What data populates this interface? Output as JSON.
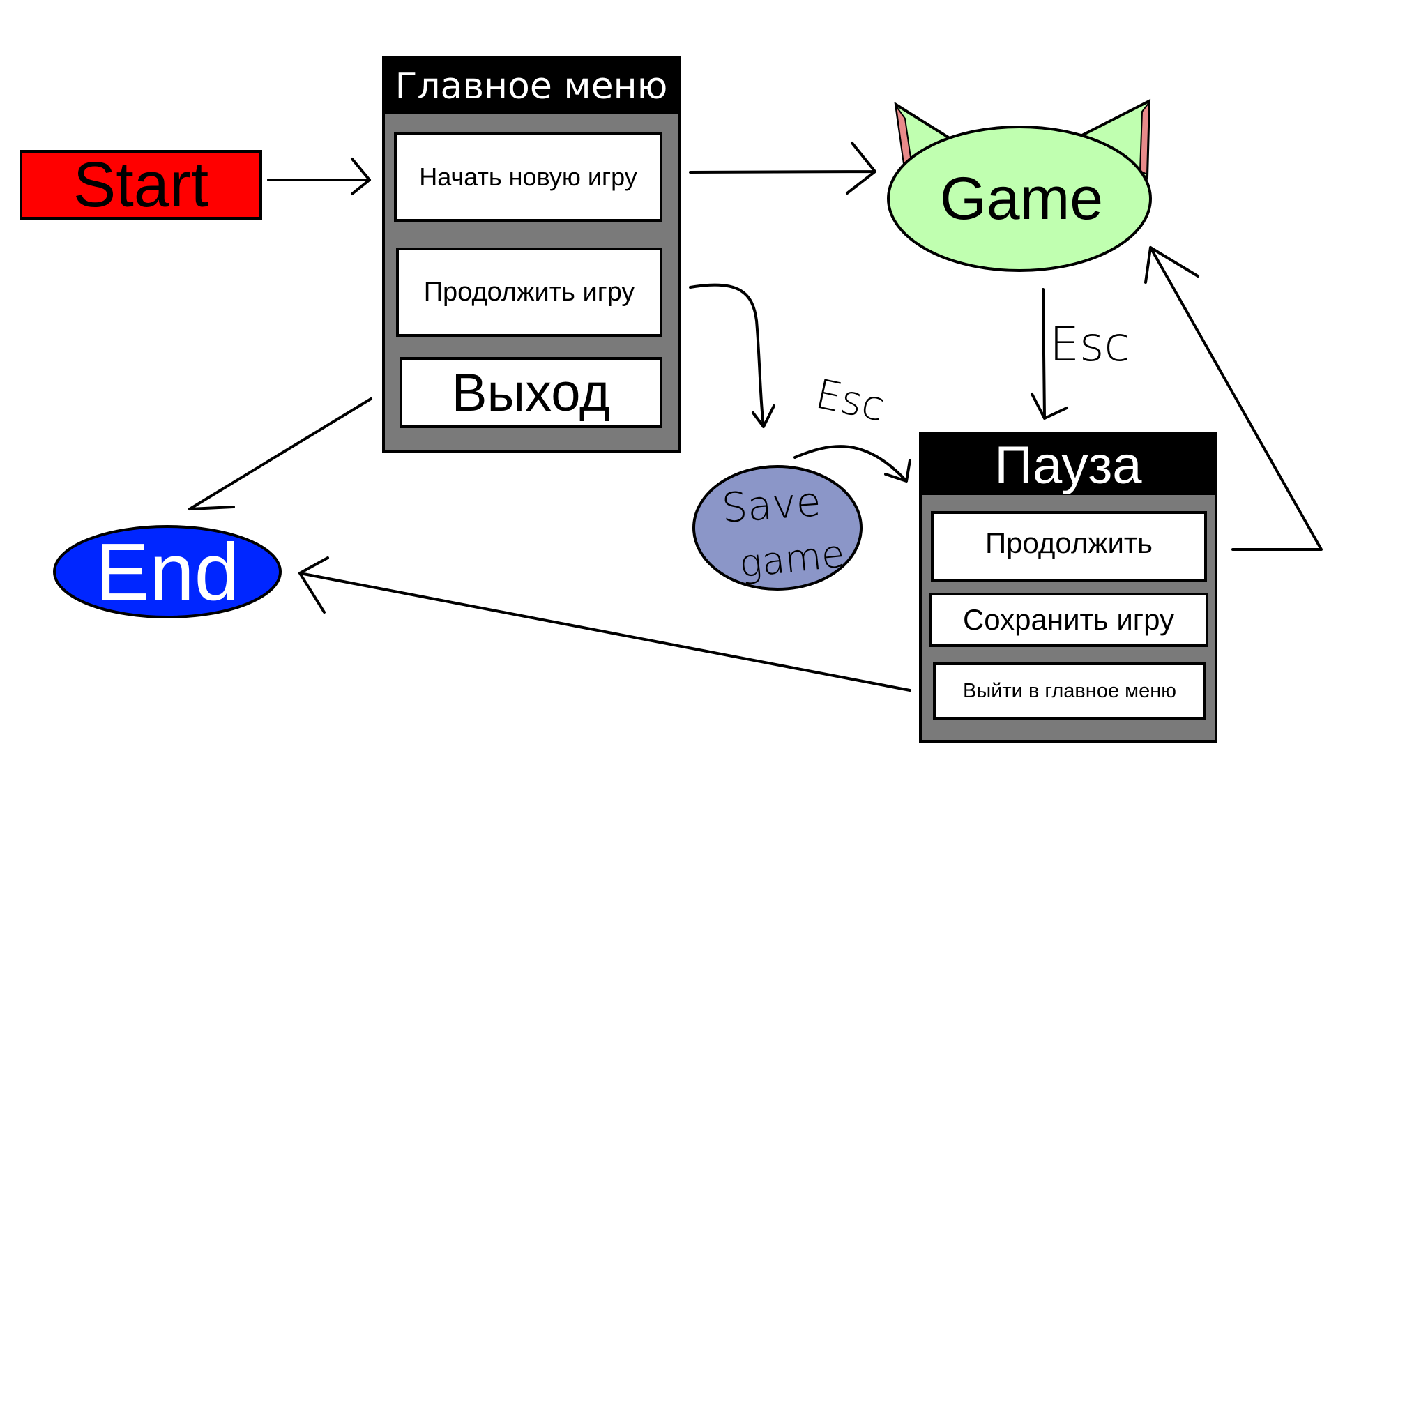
{
  "start": {
    "label": "Start",
    "color": "#ff0000"
  },
  "main_menu": {
    "title": "Главное меню",
    "buttons": [
      "Начать новую игру",
      "Продолжить игру",
      "Выход"
    ]
  },
  "game": {
    "label": "Game",
    "color": "#c0ffb0",
    "ear_inner_color": "#e88a8a"
  },
  "end": {
    "label": "End",
    "color": "#0026ff"
  },
  "save_game": {
    "line1": "Save",
    "line2": "game",
    "color": "#8b96c8"
  },
  "pause": {
    "title": "Пауза",
    "buttons": [
      "Продолжить",
      "Сохранить игру",
      "Выйти в главное меню"
    ]
  },
  "esc_labels": [
    "Esc",
    "Esc"
  ],
  "panel_color": "#7a7a7a"
}
